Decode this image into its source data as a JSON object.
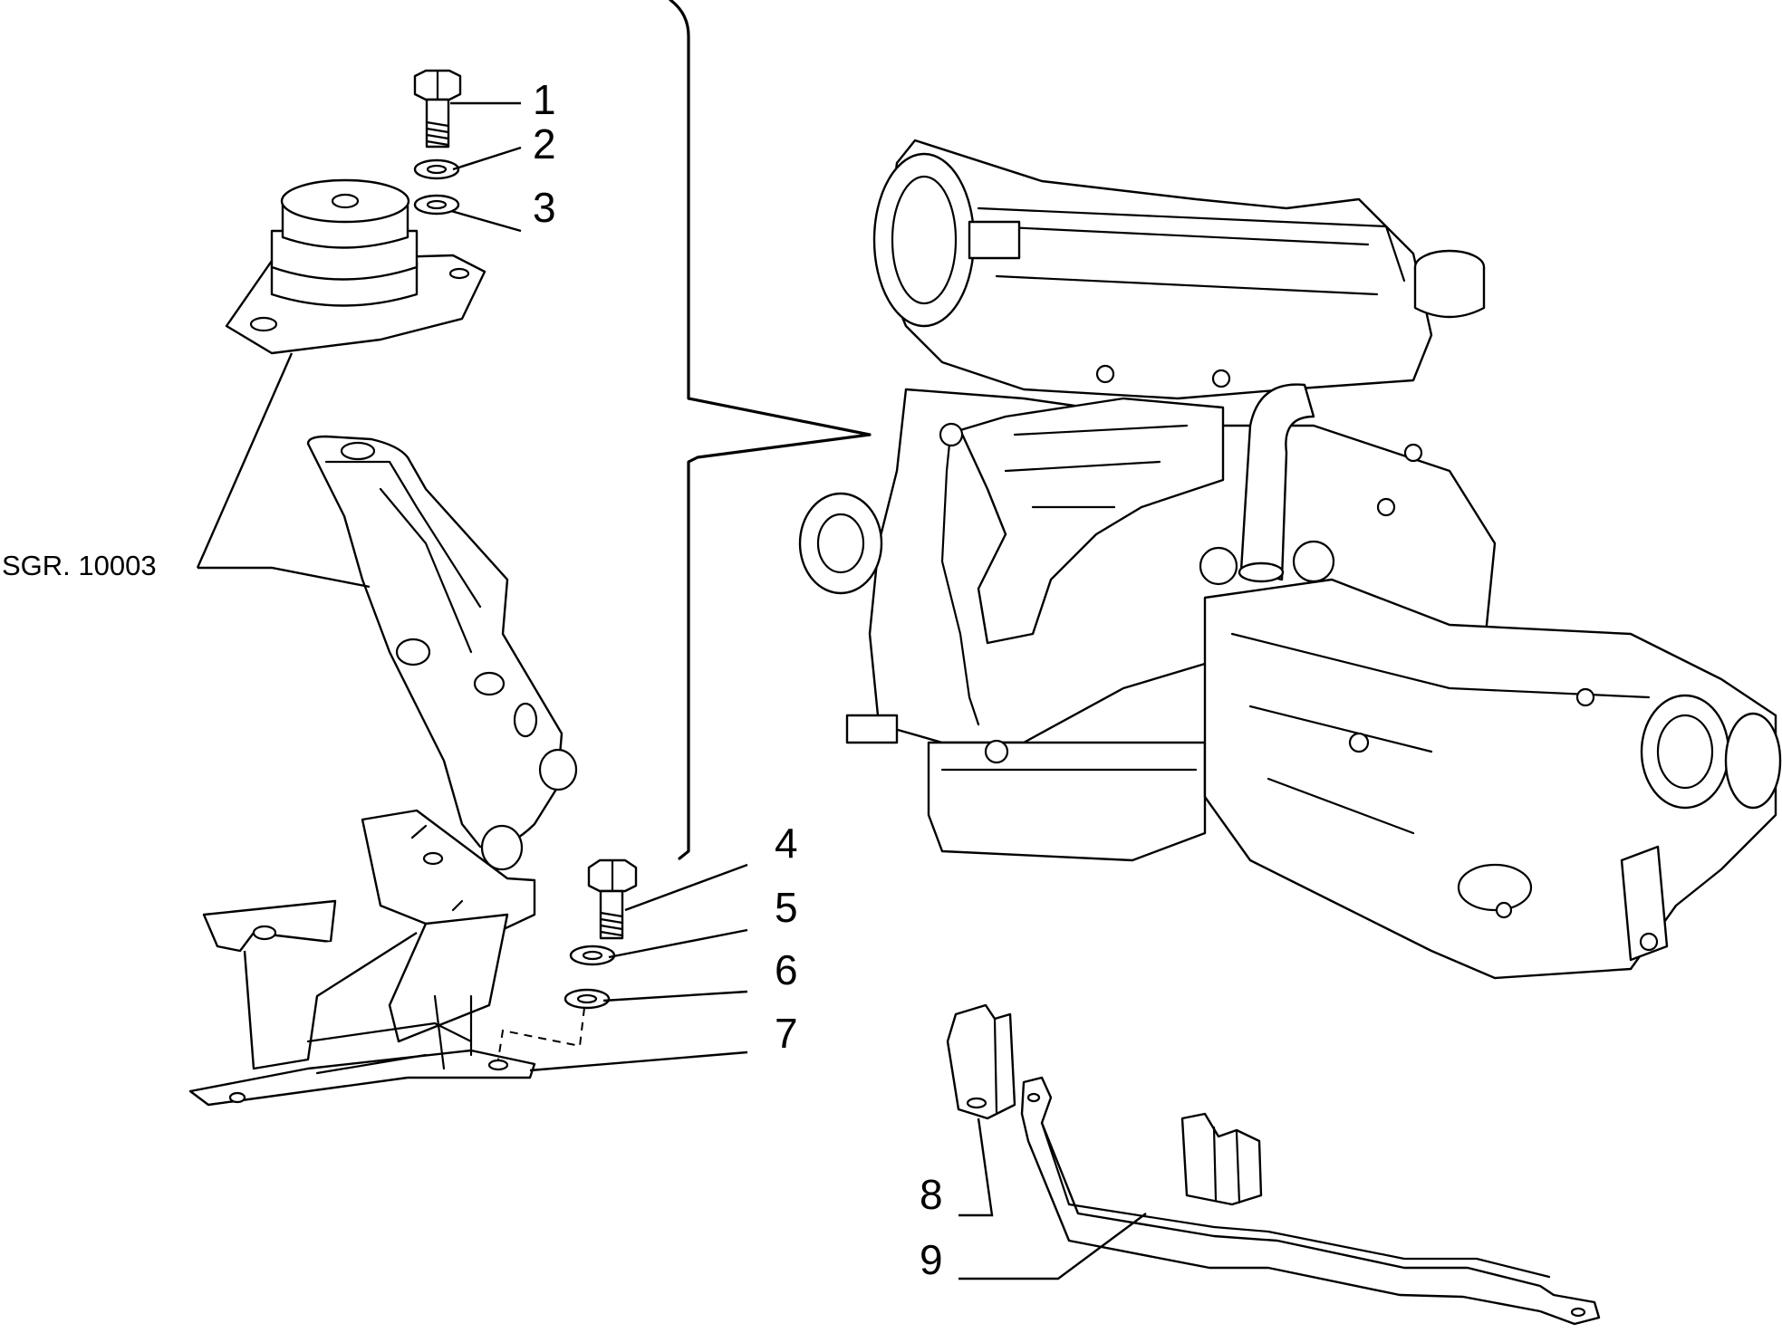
{
  "callouts": [
    "1",
    "2",
    "3",
    "4",
    "5",
    "6",
    "7",
    "8",
    "9"
  ],
  "group_reference": "SGR. 10003"
}
